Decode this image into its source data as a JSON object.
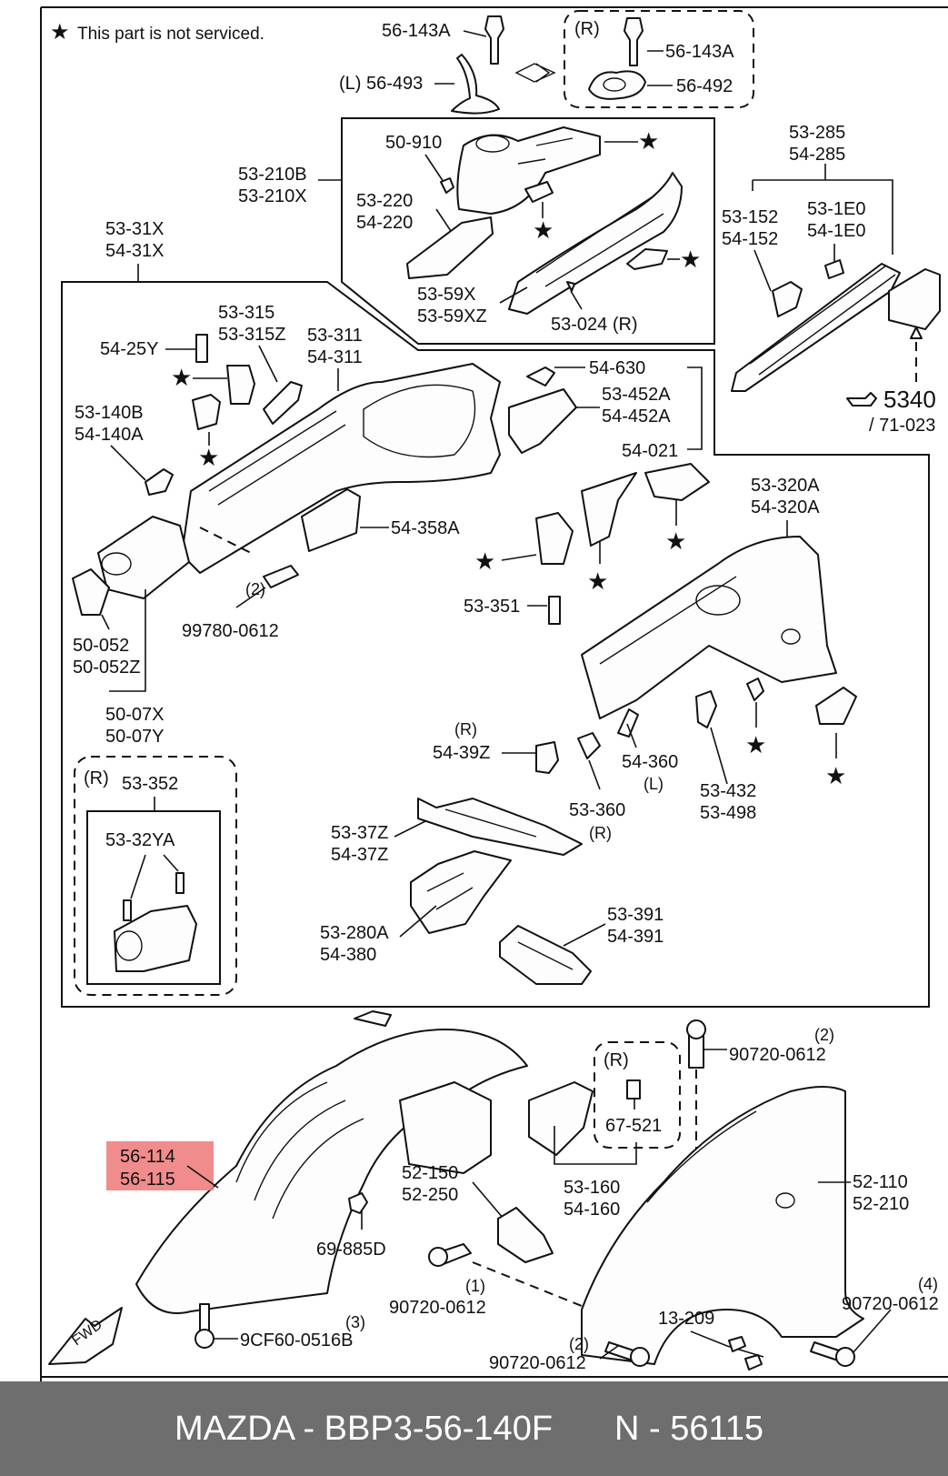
{
  "legend": {
    "star": "★",
    "text": "This part is not serviced."
  },
  "note": "N - 56115",
  "footer": {
    "brand_part": "MAZDA - BBP3-56-140F",
    "note": "N - 56115"
  },
  "labels": {
    "p56_143A_L": "56-143A",
    "p56_493": "(L) 56-493",
    "r_top": "(R)",
    "p56_143A_R": "56-143A",
    "p56_492": "56-492",
    "p50_910": "50-910",
    "p53_210B": "53-210B",
    "p53_210X": "53-210X",
    "p53_220": "53-220",
    "p54_220": "54-220",
    "p53_59X": "53-59X",
    "p53_59XZ": "53-59XZ",
    "p53_024": "53-024 (R)",
    "p53_285": "53-285",
    "p54_285": "54-285",
    "p53_152": "53-152",
    "p54_152": "54-152",
    "p53_1E0": "53-1E0",
    "p54_1E0": "54-1E0",
    "p5340": "5340",
    "p71_023": "/ 71-023",
    "p53_31X": "53-31X",
    "p54_31X": "54-31X",
    "p53_315": "53-315",
    "p53_315Z": "53-315Z",
    "p54_25Y": "54-25Y",
    "p53_311": "53-311",
    "p54_311": "54-311",
    "p53_140B": "53-140B",
    "p54_140A": "54-140A",
    "p54_630": "54-630",
    "p53_452A": "53-452A",
    "p54_452A": "54-452A",
    "p54_021": "54-021",
    "p54_358A": "54-358A",
    "p53_320A": "53-320A",
    "p54_320A": "54-320A",
    "p53_351": "53-351",
    "p2_a": "(2)",
    "p99780": "99780-0612",
    "p50_052": "50-052",
    "p50_052Z": "50-052Z",
    "p50_07X": "50-07X",
    "p50_07Y": "50-07Y",
    "r_39": "(R)",
    "p54_39Z": "54-39Z",
    "p54_360": "54-360",
    "l_360": "(L)",
    "p53_432": "53-432",
    "p53_498": "53-498",
    "p53_360": "53-360",
    "r_360": "(R)",
    "r_box": "(R)",
    "p53_352": "53-352",
    "p53_32YA": "53-32YA",
    "p53_37Z": "53-37Z",
    "p54_37Z": "54-37Z",
    "p53_280A": "53-280A",
    "p54_380": "54-380",
    "p53_391": "53-391",
    "p54_391": "54-391",
    "p2_b": "(2)",
    "p90720_top": "90720-0612",
    "r_67": "(R)",
    "p67_521": "67-521",
    "p56_114": "56-114",
    "p56_115": "56-115",
    "p52_150": "52-150",
    "p52_250": "52-250",
    "p53_160": "53-160",
    "p54_160": "54-160",
    "p52_110": "52-110",
    "p52_210": "52-210",
    "p69_885D": "69-885D",
    "p1": "(1)",
    "p90720_1": "90720-0612",
    "p4": "(4)",
    "p90720_4": "90720-0612",
    "p13_209": "13-209",
    "p3": "(3)",
    "p9CF60": "9CF60-0516B",
    "p2_c": "(2)",
    "p90720_2": "90720-0612",
    "fwd": "FWD"
  },
  "highlight_color": "#f08080",
  "footer_color": "#6e6e6e"
}
